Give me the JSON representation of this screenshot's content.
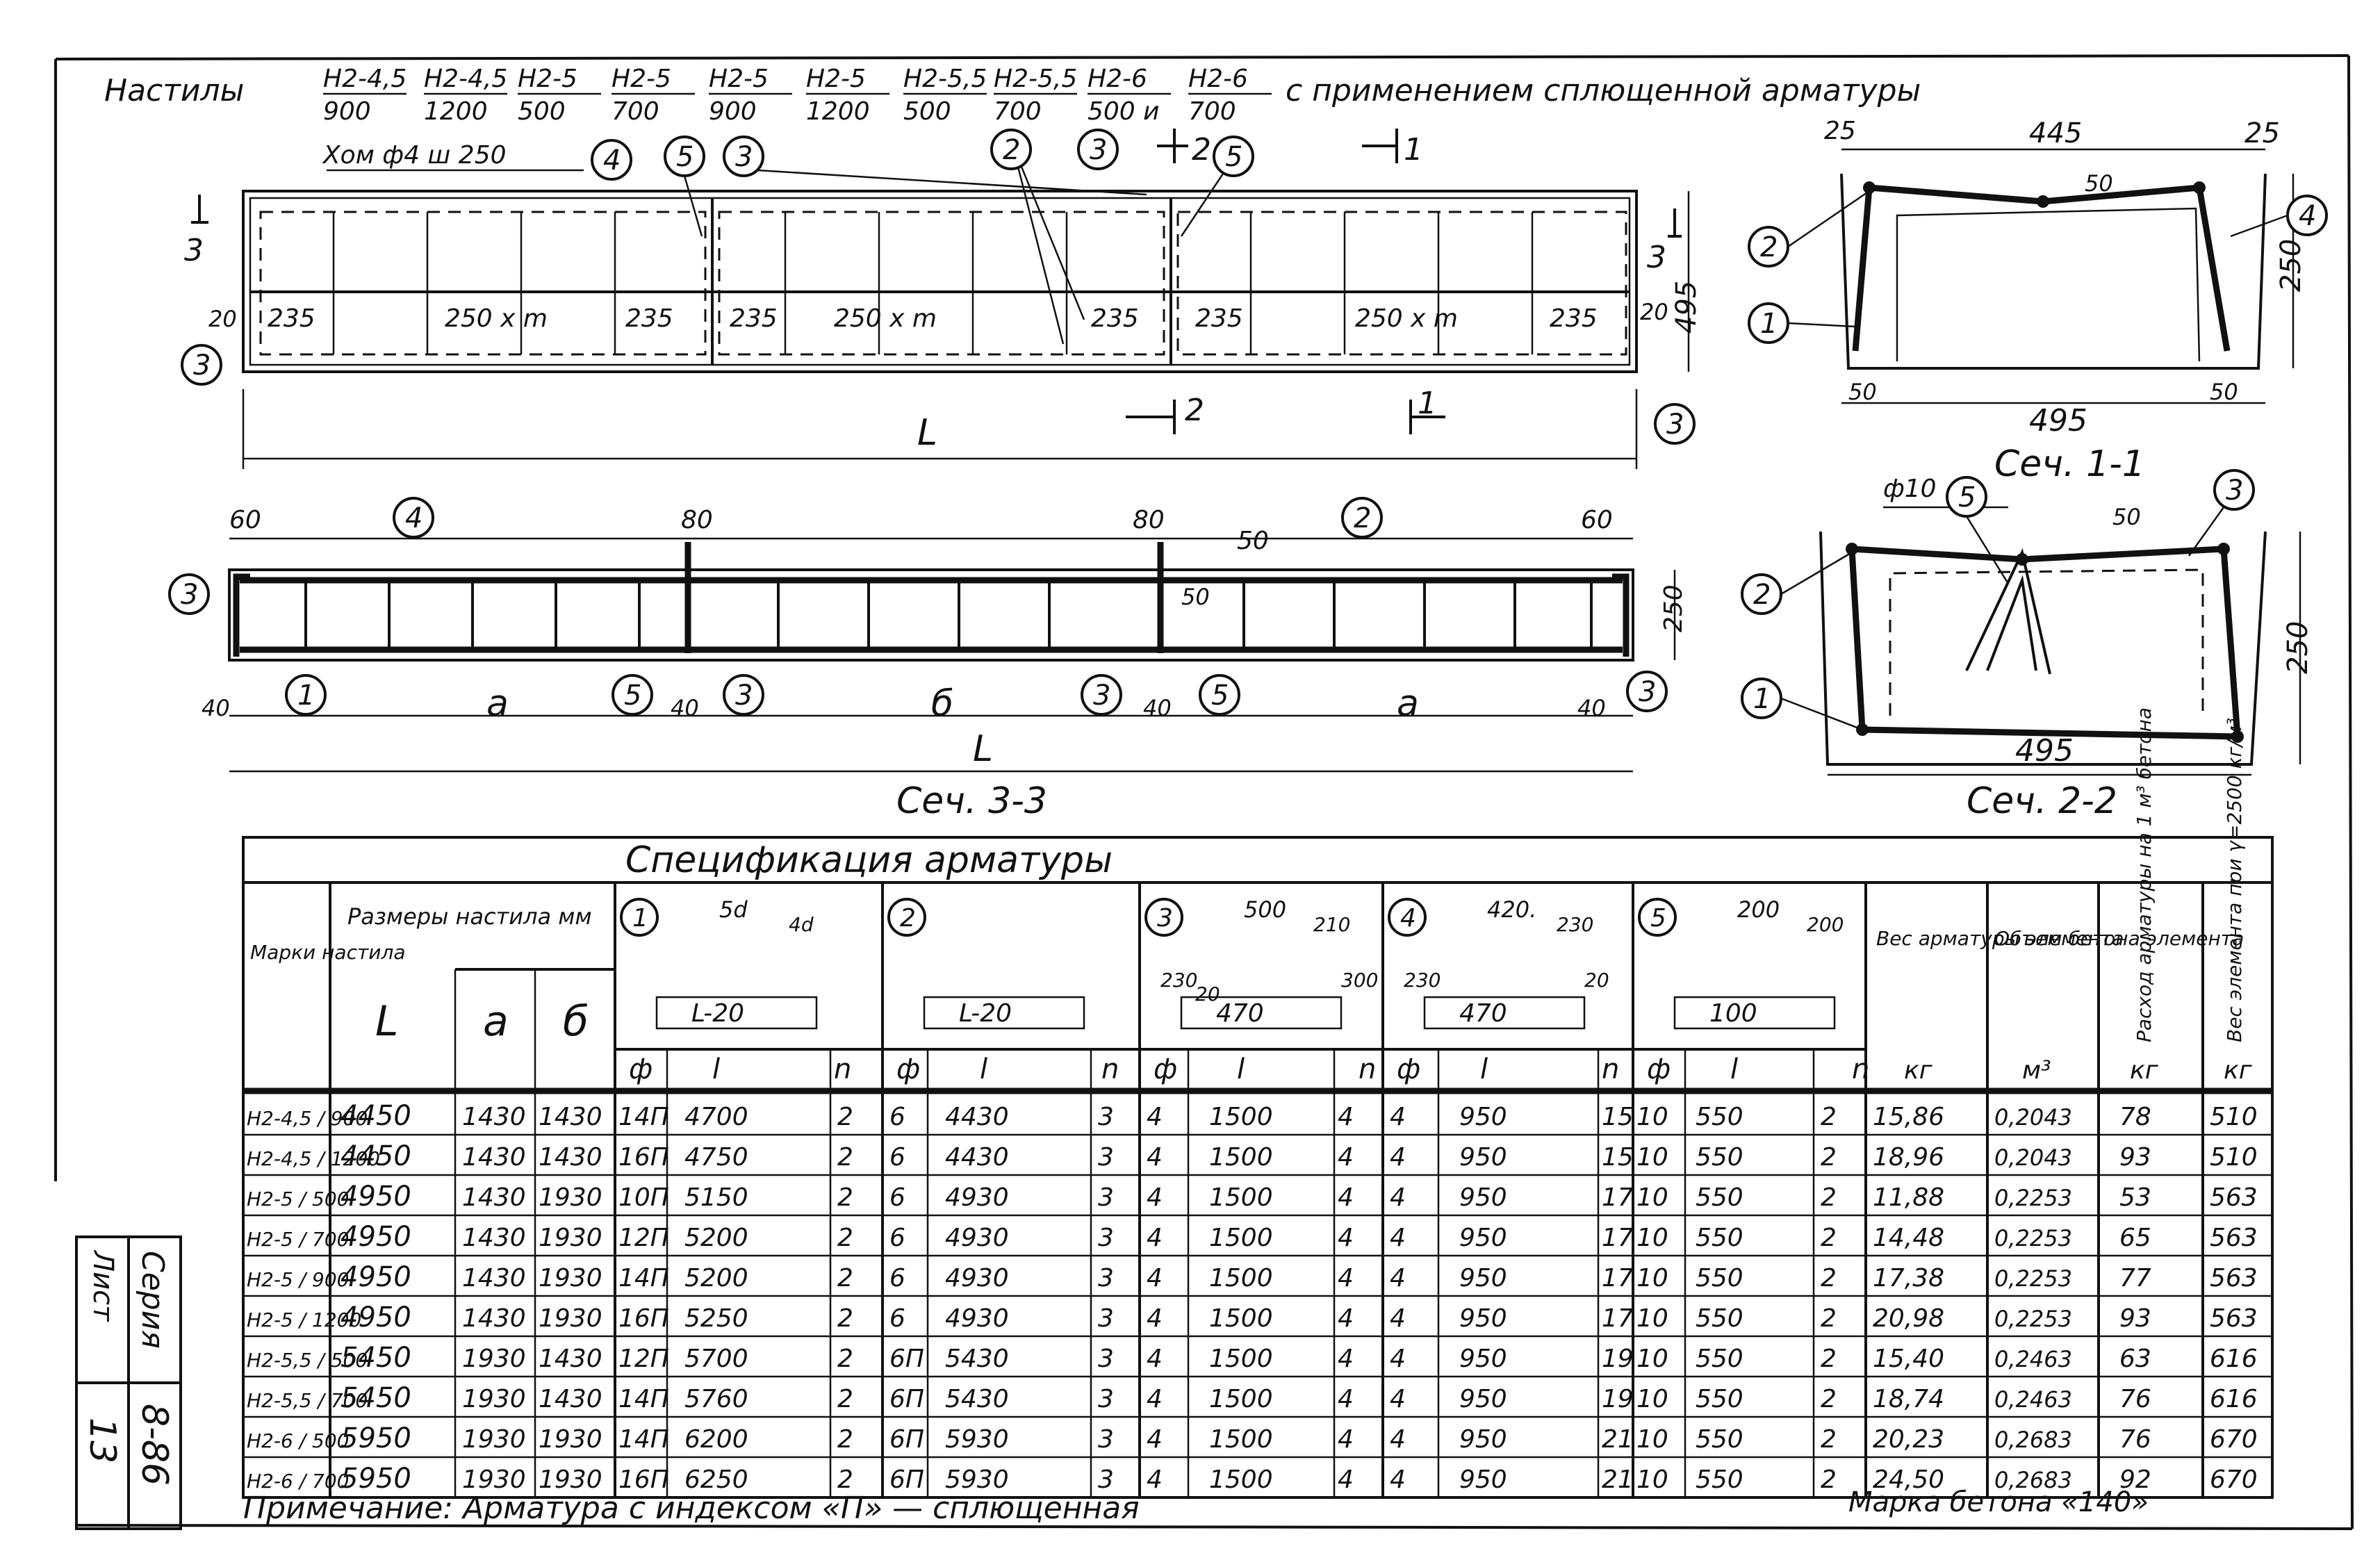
{
  "title": {
    "prefix": "Настилы",
    "marks_top": [
      "Н2-4,5",
      "Н2-4,5",
      "Н2-5",
      "Н2-5",
      "Н2-5",
      "Н2-5",
      "Н2-5,5",
      "Н2-5,5",
      "Н2-6",
      "Н2-6"
    ],
    "marks_bottom": [
      "900",
      "1200",
      "500",
      "700",
      "900",
      "1200",
      "500",
      "700",
      "500 и",
      "700"
    ],
    "suffix": "с применением сплющенной арматуры"
  },
  "plan": {
    "clamp_note": "Хом ф4 ш 250",
    "dims": [
      "235",
      "250 x m",
      "235",
      "235",
      "250 x m",
      "235",
      "235",
      "250 x m",
      "235"
    ],
    "edge_left": "20",
    "edge_right": "20",
    "width": "495",
    "length": "L",
    "cut1": "1",
    "cut2": "2",
    "cut3": "3",
    "callouts": [
      "4",
      "5",
      "3",
      "2",
      "3",
      "5",
      "3",
      "3"
    ]
  },
  "section33": {
    "caption": "Сеч. 3-3",
    "height": "250",
    "top_dims": [
      "60",
      "80",
      "80",
      "50",
      "60"
    ],
    "dim50": "50",
    "bottom_dims": [
      "40",
      "a",
      "40",
      "б",
      "40",
      "a",
      "40"
    ],
    "length": "L",
    "callouts": [
      "4",
      "2",
      "3",
      "1",
      "5",
      "3",
      "3",
      "5",
      "3"
    ]
  },
  "section11": {
    "caption": "Сеч. 1-1",
    "top": [
      "25",
      "445",
      "25"
    ],
    "bottom": [
      "50",
      "495",
      "50"
    ],
    "height": "250",
    "mid": "50",
    "callouts": [
      "2",
      "1",
      "4"
    ]
  },
  "section22": {
    "caption": "Сеч. 2-2",
    "bar": "ф10",
    "mid": "50",
    "height": "250",
    "width": "495",
    "callouts": [
      "5",
      "3",
      "2",
      "1"
    ]
  },
  "spec": {
    "title": "Спецификация арматуры",
    "col_mark": "Марки настила",
    "col_size": "Размеры настила мм",
    "col_L": "L",
    "col_a": "a",
    "col_b": "б",
    "bars": [
      {
        "num": "1",
        "sketch": "L-20",
        "extra": "5d",
        "extra2": "4d"
      },
      {
        "num": "2",
        "sketch": "L-20"
      },
      {
        "num": "3",
        "sketch": "470",
        "extra": "500",
        "extra2": "210",
        "extra3": "230",
        "extra4": "300",
        "extra5": "20"
      },
      {
        "num": "4",
        "sketch": "470",
        "extra": "420.",
        "extra2": "230",
        "extra3": "230",
        "extra4": "20"
      },
      {
        "num": "5",
        "sketch": "100",
        "extra": "200",
        "extra2": "200"
      }
    ],
    "sub_phi": "ф",
    "sub_l": "l",
    "sub_n": "n",
    "col_weight": "Вес арматуры элемента",
    "col_volume": "Объем бетона элемента",
    "col_consumption": "Расход арматуры на 1 м³ бетона",
    "col_elem_weight": "Вес элемента при γ=2500 кг/м³",
    "unit_kg": "кг",
    "unit_m3": "м³",
    "rows": [
      {
        "mark": "Н2-4,5 / 900",
        "L": "4450",
        "a": "1430",
        "b": "1430",
        "p1": "14П",
        "l1": "4700",
        "n1": "2",
        "p2": "6",
        "l2": "4430",
        "n2": "3",
        "p3": "4",
        "l3": "1500",
        "n3": "4",
        "p4": "4",
        "l4": "950",
        "n4": "15",
        "p5": "10",
        "l5": "550",
        "n5": "2",
        "w": "15,86",
        "v": "0,2043",
        "c": "78",
        "g": "510"
      },
      {
        "mark": "Н2-4,5 / 1200",
        "L": "4450",
        "a": "1430",
        "b": "1430",
        "p1": "16П",
        "l1": "4750",
        "n1": "2",
        "p2": "6",
        "l2": "4430",
        "n2": "3",
        "p3": "4",
        "l3": "1500",
        "n3": "4",
        "p4": "4",
        "l4": "950",
        "n4": "15",
        "p5": "10",
        "l5": "550",
        "n5": "2",
        "w": "18,96",
        "v": "0,2043",
        "c": "93",
        "g": "510"
      },
      {
        "mark": "Н2-5 / 500",
        "L": "4950",
        "a": "1430",
        "b": "1930",
        "p1": "10П",
        "l1": "5150",
        "n1": "2",
        "p2": "6",
        "l2": "4930",
        "n2": "3",
        "p3": "4",
        "l3": "1500",
        "n3": "4",
        "p4": "4",
        "l4": "950",
        "n4": "17",
        "p5": "10",
        "l5": "550",
        "n5": "2",
        "w": "11,88",
        "v": "0,2253",
        "c": "53",
        "g": "563"
      },
      {
        "mark": "Н2-5 / 700",
        "L": "4950",
        "a": "1430",
        "b": "1930",
        "p1": "12П",
        "l1": "5200",
        "n1": "2",
        "p2": "6",
        "l2": "4930",
        "n2": "3",
        "p3": "4",
        "l3": "1500",
        "n3": "4",
        "p4": "4",
        "l4": "950",
        "n4": "17",
        "p5": "10",
        "l5": "550",
        "n5": "2",
        "w": "14,48",
        "v": "0,2253",
        "c": "65",
        "g": "563"
      },
      {
        "mark": "Н2-5 / 900",
        "L": "4950",
        "a": "1430",
        "b": "1930",
        "p1": "14П",
        "l1": "5200",
        "n1": "2",
        "p2": "6",
        "l2": "4930",
        "n2": "3",
        "p3": "4",
        "l3": "1500",
        "n3": "4",
        "p4": "4",
        "l4": "950",
        "n4": "17",
        "p5": "10",
        "l5": "550",
        "n5": "2",
        "w": "17,38",
        "v": "0,2253",
        "c": "77",
        "g": "563"
      },
      {
        "mark": "Н2-5 / 1200",
        "L": "4950",
        "a": "1430",
        "b": "1930",
        "p1": "16П",
        "l1": "5250",
        "n1": "2",
        "p2": "6",
        "l2": "4930",
        "n2": "3",
        "p3": "4",
        "l3": "1500",
        "n3": "4",
        "p4": "4",
        "l4": "950",
        "n4": "17",
        "p5": "10",
        "l5": "550",
        "n5": "2",
        "w": "20,98",
        "v": "0,2253",
        "c": "93",
        "g": "563"
      },
      {
        "mark": "Н2-5,5 / 500",
        "L": "5450",
        "a": "1930",
        "b": "1430",
        "p1": "12П",
        "l1": "5700",
        "n1": "2",
        "p2": "6П",
        "l2": "5430",
        "n2": "3",
        "p3": "4",
        "l3": "1500",
        "n3": "4",
        "p4": "4",
        "l4": "950",
        "n4": "19",
        "p5": "10",
        "l5": "550",
        "n5": "2",
        "w": "15,40",
        "v": "0,2463",
        "c": "63",
        "g": "616"
      },
      {
        "mark": "Н2-5,5 / 700",
        "L": "5450",
        "a": "1930",
        "b": "1430",
        "p1": "14П",
        "l1": "5760",
        "n1": "2",
        "p2": "6П",
        "l2": "5430",
        "n2": "3",
        "p3": "4",
        "l3": "1500",
        "n3": "4",
        "p4": "4",
        "l4": "950",
        "n4": "19",
        "p5": "10",
        "l5": "550",
        "n5": "2",
        "w": "18,74",
        "v": "0,2463",
        "c": "76",
        "g": "616"
      },
      {
        "mark": "Н2-6 / 500",
        "L": "5950",
        "a": "1930",
        "b": "1930",
        "p1": "14П",
        "l1": "6200",
        "n1": "2",
        "p2": "6П",
        "l2": "5930",
        "n2": "3",
        "p3": "4",
        "l3": "1500",
        "n3": "4",
        "p4": "4",
        "l4": "950",
        "n4": "21",
        "p5": "10",
        "l5": "550",
        "n5": "2",
        "w": "20,23",
        "v": "0,2683",
        "c": "76",
        "g": "670"
      },
      {
        "mark": "Н2-6 / 700",
        "L": "5950",
        "a": "1930",
        "b": "1930",
        "p1": "16П",
        "l1": "6250",
        "n1": "2",
        "p2": "6П",
        "l2": "5930",
        "n2": "3",
        "p3": "4",
        "l3": "1500",
        "n3": "4",
        "p4": "4",
        "l4": "950",
        "n4": "21",
        "p5": "10",
        "l5": "550",
        "n5": "2",
        "w": "24,50",
        "v": "0,2683",
        "c": "92",
        "g": "670"
      }
    ]
  },
  "note": "Примечание: Арматура с индексом «П» — сплющенная",
  "concrete": "Марка бетона «140»",
  "stamp": {
    "lines": [
      "Серия",
      "8-86"
    ],
    "sheet": [
      "Лист",
      "13"
    ]
  }
}
